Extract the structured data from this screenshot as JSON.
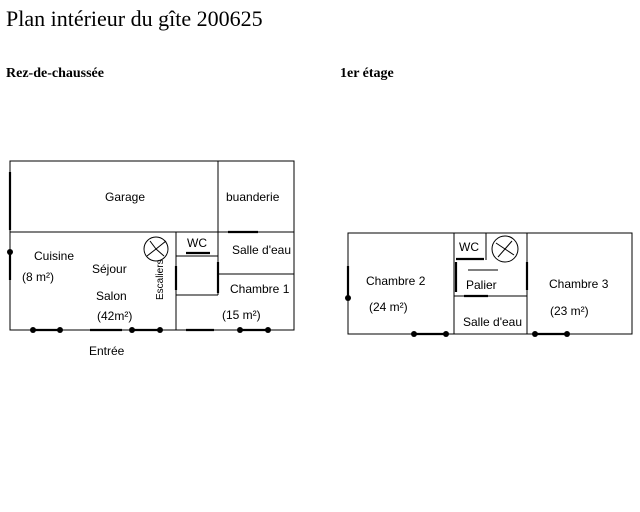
{
  "title": "Plan intérieur du gîte 200625",
  "levels": {
    "ground": {
      "name": "Rez-de-chaussée",
      "rooms": {
        "garage": "Garage",
        "laundry": "buanderie",
        "kitchen": "Cuisine",
        "kitchen_area": "(8 m²)",
        "living": "Séjour",
        "lounge": "Salon",
        "living_area": "(42m²)",
        "stairs": "Escaliers",
        "wc": "WC",
        "bathroom": "Salle d'eau",
        "bedroom": "Chambre 1",
        "bedroom_area": "(15 m²)",
        "entrance": "Entrée"
      }
    },
    "first": {
      "name": "1er étage",
      "rooms": {
        "bedroom2": "Chambre 2",
        "bedroom2_area": "(24 m²)",
        "wc": "WC",
        "landing": "Palier",
        "bathroom": "Salle d'eau",
        "bedroom3": "Chambre 3",
        "bedroom3_area": "(23 m²)"
      }
    }
  }
}
